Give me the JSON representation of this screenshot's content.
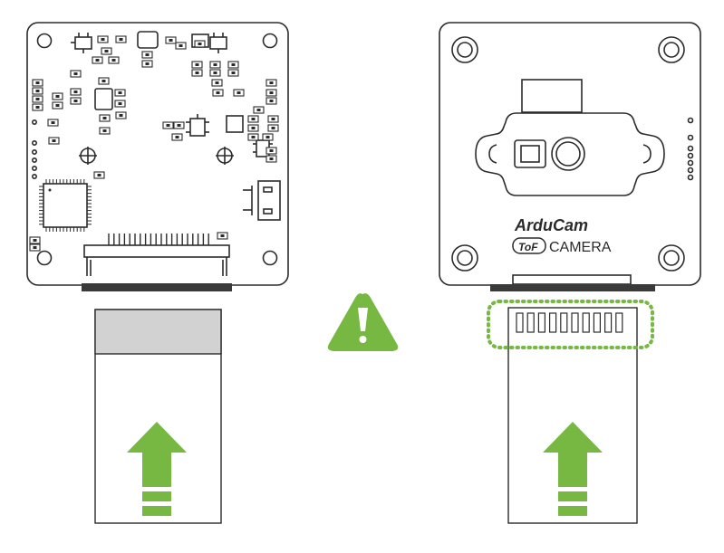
{
  "colors": {
    "stroke": "#2b2b2b",
    "accent_green": "#77b843",
    "connector_gray": "#d2d2d2",
    "board_fill": "#ffffff",
    "plug_dark": "#3a3a3a"
  },
  "left_assembly": {
    "board": {
      "name": "pcb-backside",
      "icon": "circuit-board-icon"
    },
    "cable": {
      "orientation": "contacts-hidden",
      "arrow_icon": "arrow-up-icon"
    }
  },
  "center": {
    "warning_icon": "warning-triangle-icon"
  },
  "right_assembly": {
    "board": {
      "name": "camera-front",
      "icon": "camera-module-icon"
    },
    "logo_brand": "ArduCam",
    "logo_badge": "ToF",
    "logo_product": "CAMERA",
    "cable": {
      "orientation": "contacts-facing-up",
      "contact_count": 10,
      "arrow_icon": "arrow-up-icon",
      "highlight": "dotted-green-outline"
    }
  }
}
